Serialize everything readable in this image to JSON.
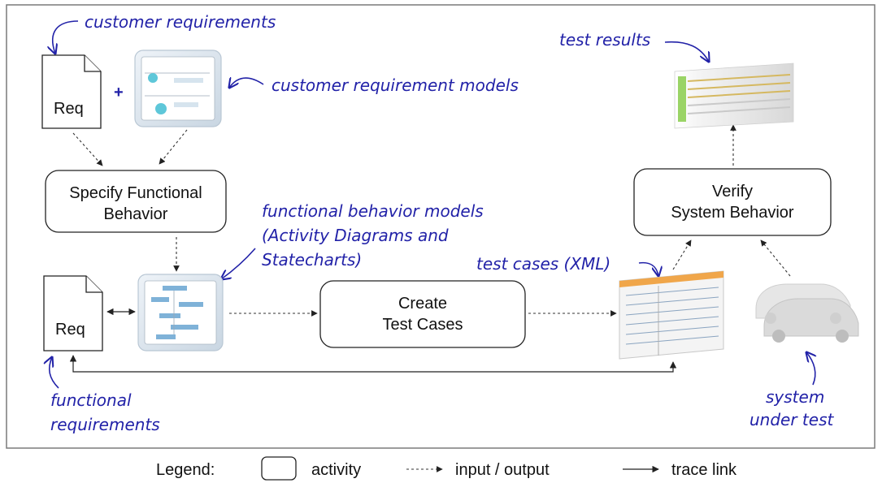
{
  "annotations": {
    "customer_requirements": "customer requirements",
    "customer_requirement_models": "customer requirement models",
    "functional_behavior_models": [
      "functional behavior models",
      "(Activity Diagrams and",
      "Statecharts)"
    ],
    "test_cases": "test cases (XML)",
    "test_results": "test results",
    "functional_requirements": [
      "functional",
      "requirements"
    ],
    "system_under_test": [
      "system",
      "under test"
    ]
  },
  "documents": {
    "req_top": "Req",
    "req_bottom": "Req",
    "plus": "+"
  },
  "activities": {
    "specify": [
      "Specify Functional",
      "Behavior"
    ],
    "create": [
      "Create",
      "Test Cases"
    ],
    "verify": [
      "Verify",
      "System Behavior"
    ]
  },
  "legend": {
    "title": "Legend:",
    "activity": "activity",
    "input_output": "input / output",
    "trace_link": "trace link"
  },
  "colors": {
    "annotation": "#2222a8",
    "line": "#222222"
  }
}
